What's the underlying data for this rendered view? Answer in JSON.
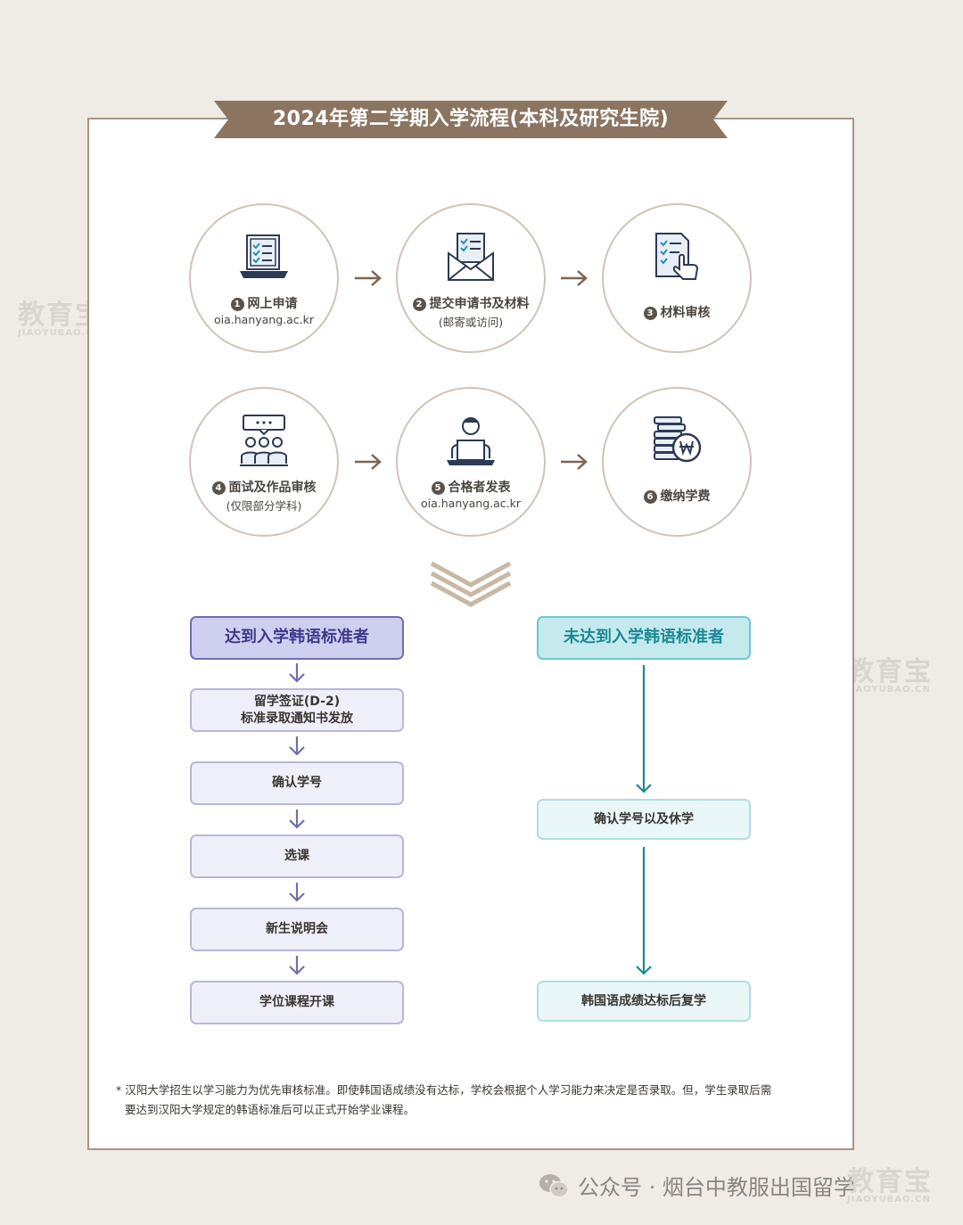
{
  "title": "2024年第二学期入学流程(本科及研究生院)",
  "steps": [
    {
      "num": "1",
      "label": "网上申请",
      "sub": "oia.hanyang.ac.kr",
      "icon": "laptop-checklist-icon"
    },
    {
      "num": "2",
      "label": "提交申请书及材料",
      "sub": "(邮寄或访问)",
      "icon": "envelope-document-icon"
    },
    {
      "num": "3",
      "label": "材料审核",
      "sub": "",
      "icon": "document-review-icon"
    },
    {
      "num": "4",
      "label": "面试及作品审核",
      "sub": "(仅限部分学科)",
      "icon": "interview-group-icon"
    },
    {
      "num": "5",
      "label": "合格者发表",
      "sub": "oia.hanyang.ac.kr",
      "icon": "person-laptop-icon"
    },
    {
      "num": "6",
      "label": "缴纳学费",
      "sub": "",
      "icon": "coins-won-icon"
    }
  ],
  "left_flow": {
    "head": "达到入学韩语标准者",
    "items": [
      {
        "line1": "留学签证(D-2)",
        "line2": "标准录取通知书发放"
      },
      {
        "line1": "确认学号",
        "line2": ""
      },
      {
        "line1": "选课",
        "line2": ""
      },
      {
        "line1": "新生说明会",
        "line2": ""
      },
      {
        "line1": "学位课程开课",
        "line2": ""
      }
    ]
  },
  "right_flow": {
    "head": "未达到入学韩语标准者",
    "items": [
      "确认学号以及休学",
      "韩国语成绩达标后复学"
    ]
  },
  "footnote": {
    "line1": "* 汉阳大学招生以学习能力为优先审核标准。即使韩国语成绩没有达标，学校会根据个人学习能力来决定是否录取。但，学生录取后需",
    "line2": "要达到汉阳大学规定的韩语标准后可以正式开始学业课程。"
  },
  "watermark": {
    "cn": "教育宝",
    "en": "JIAOYUBAO.CN"
  },
  "wechat": "公众号 · 烟台中教服出国留学",
  "colors": {
    "ribbon": "#8b7560",
    "left_accent": "#6f6fb0",
    "right_accent": "#1b8a95",
    "arrow_brown": "#7d6550"
  }
}
